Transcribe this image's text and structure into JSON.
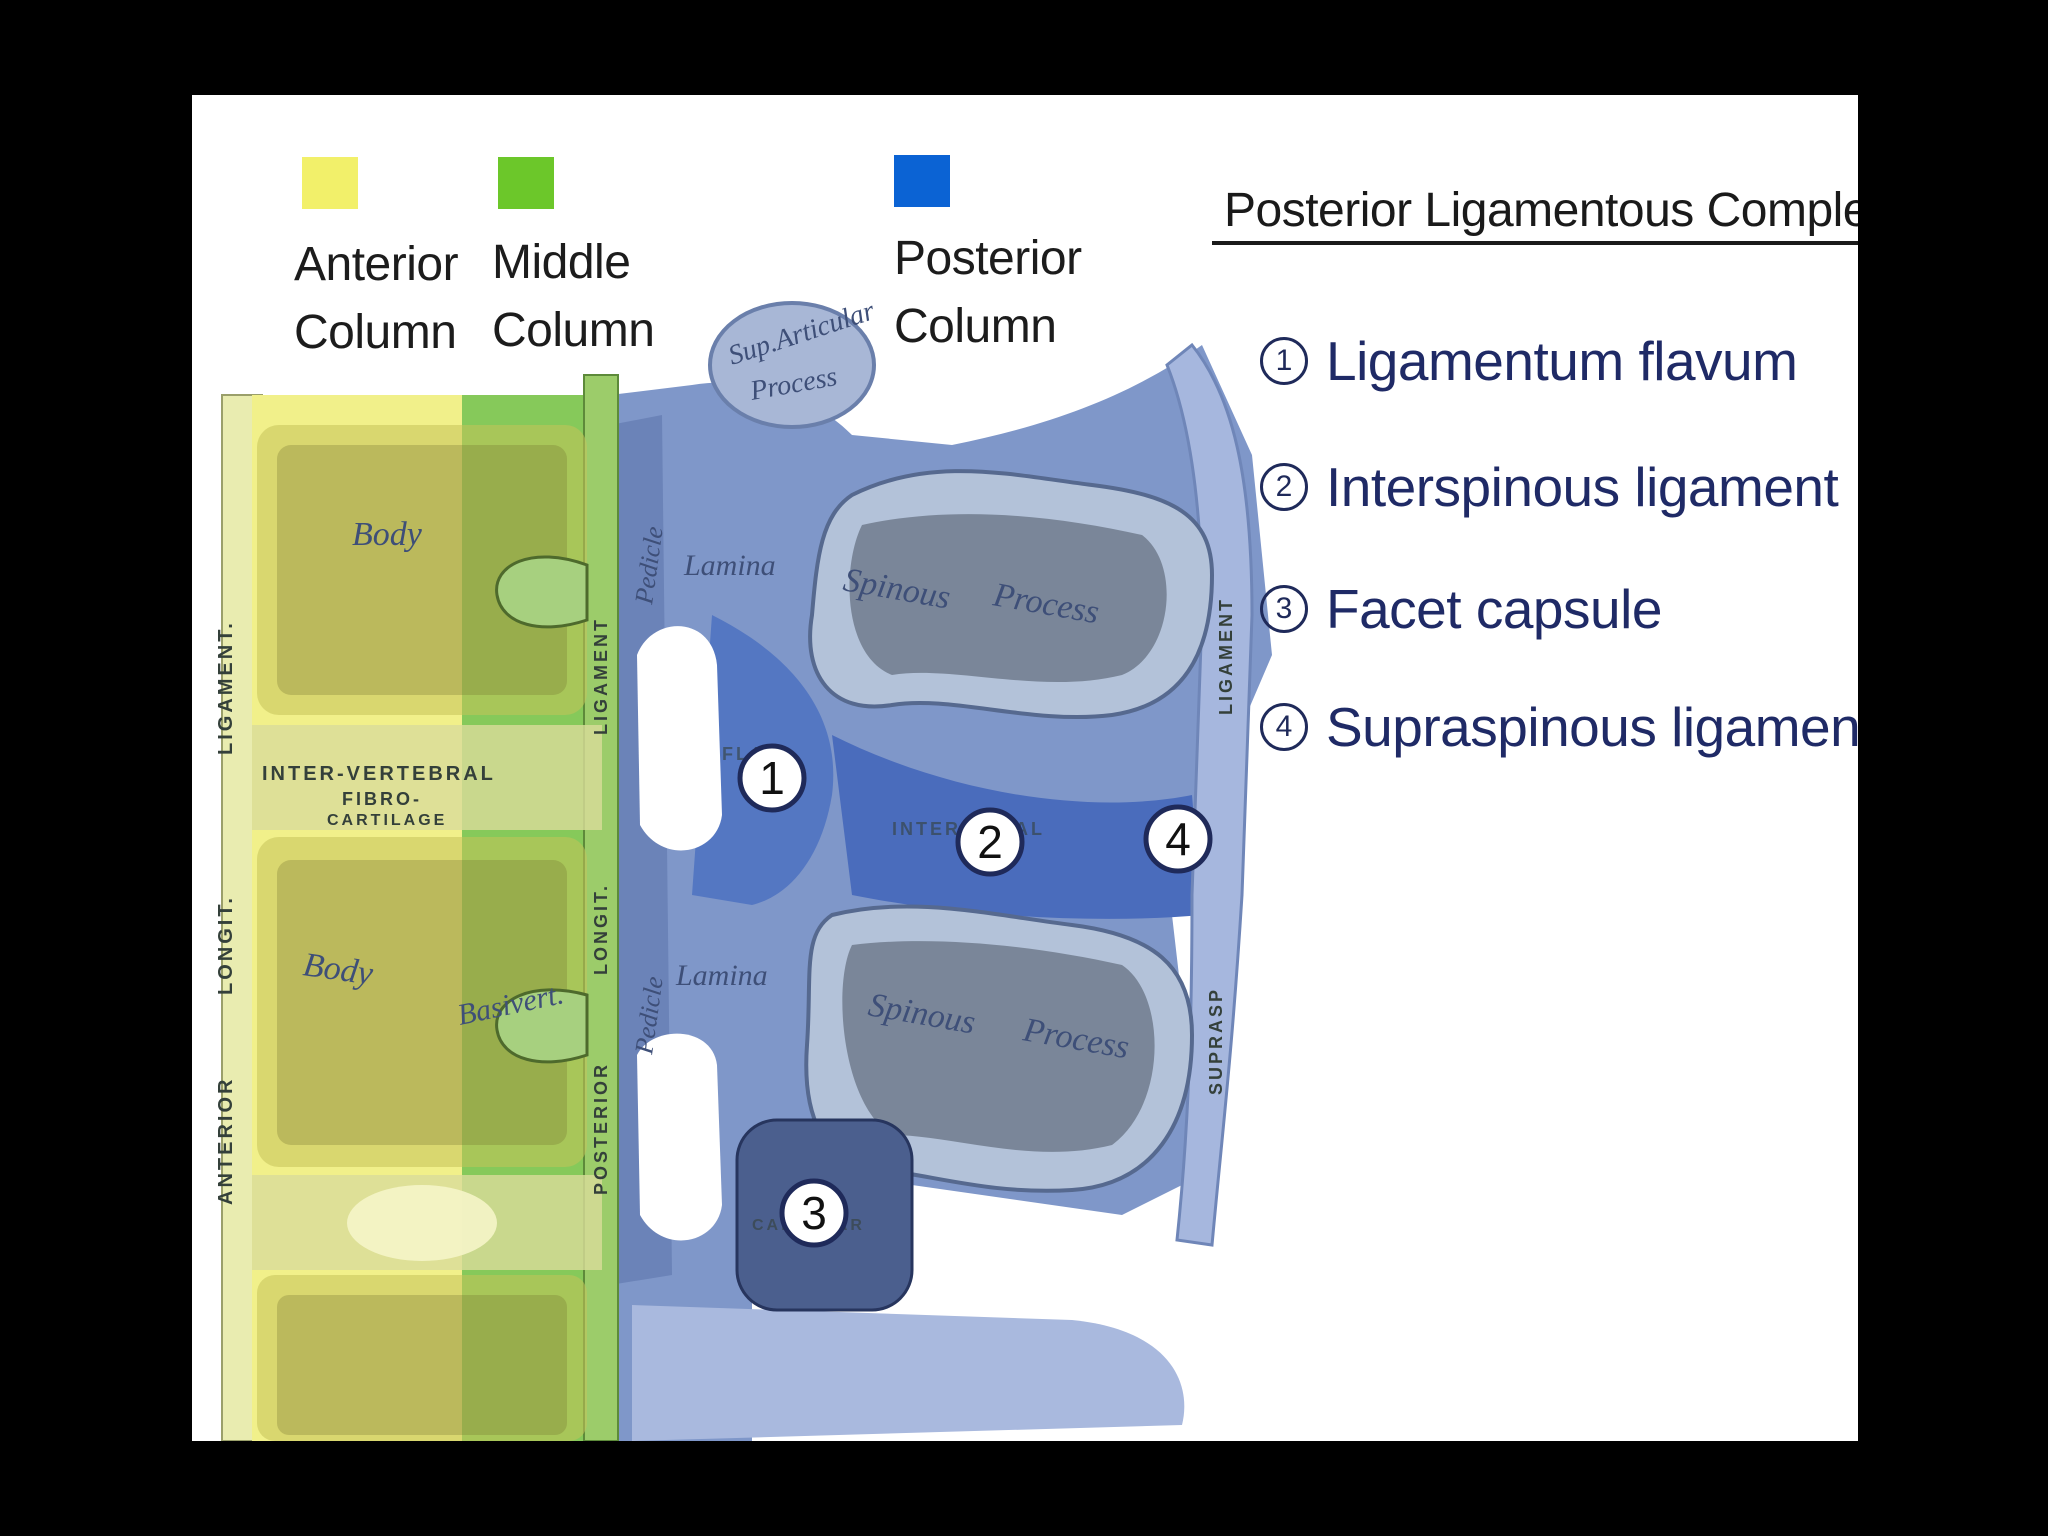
{
  "legend_columns": [
    {
      "line1": "Anterior",
      "line2": "Column",
      "color": "#f2f06a"
    },
    {
      "line1": "Middle",
      "line2": "Column",
      "color": "#6cc72a"
    },
    {
      "line1": "Posterior",
      "line2": "Column",
      "color": "#0b63d4"
    }
  ],
  "plc": {
    "title": "Posterior Ligamentous Complex",
    "items": [
      {
        "num": "1",
        "label": "Ligamentum flavum"
      },
      {
        "num": "2",
        "label": "Interspinous ligament"
      },
      {
        "num": "3",
        "label": "Facet capsule"
      },
      {
        "num": "4",
        "label": "Supraspinous ligament"
      }
    ]
  },
  "anatomy": {
    "body": "Body",
    "sup_articular_1": "Sup.Articular",
    "sup_articular_2": "Process",
    "pedicle": "Pedicle",
    "lamina": "Lamina",
    "spinous_1": "Spinous",
    "spinous_2": "Process",
    "ivd_1": "INTER-VERTEBRAL",
    "ivd_2": "FIBRO-",
    "ivd_3": "CARTILAGE",
    "ant_lig_1": "ANTERIOR",
    "ant_lig_2": "LONGIT.",
    "ant_lig_3": "LIGAMENT.",
    "post_lig_1": "POSTERIOR",
    "post_lig_2": "LONGIT.",
    "post_lig_3": "LIGAMENT",
    "supraspinous": "SUPRASP",
    "ligament": "LIGAMENT",
    "flava": "FLAVA",
    "interspinal": "INTERSPINAL",
    "capsular": "CAPSULAR",
    "basivert": "Basivert."
  },
  "callouts": [
    "1",
    "2",
    "3",
    "4"
  ]
}
